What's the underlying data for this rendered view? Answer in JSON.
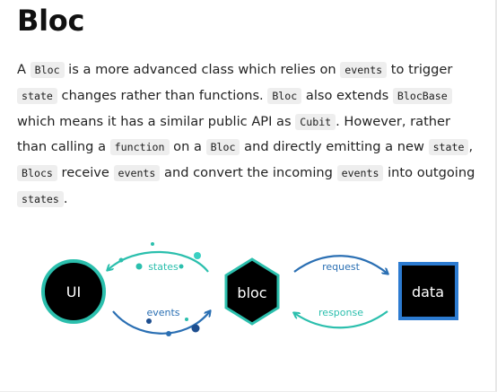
{
  "heading": "Bloc",
  "paragraph": [
    {
      "t": "text",
      "v": "A "
    },
    {
      "t": "code",
      "v": "Bloc"
    },
    {
      "t": "text",
      "v": " is a more advanced class which relies on "
    },
    {
      "t": "code",
      "v": "events"
    },
    {
      "t": "text",
      "v": " to trigger "
    },
    {
      "t": "code",
      "v": "state"
    },
    {
      "t": "text",
      "v": " changes rather than functions. "
    },
    {
      "t": "code",
      "v": "Bloc"
    },
    {
      "t": "text",
      "v": " also extends "
    },
    {
      "t": "code",
      "v": "BlocBase"
    },
    {
      "t": "text",
      "v": " which means it has a similar public API as "
    },
    {
      "t": "code",
      "v": "Cubit"
    },
    {
      "t": "text",
      "v": ". However, rather than calling a "
    },
    {
      "t": "code",
      "v": "function"
    },
    {
      "t": "text",
      "v": " on a "
    },
    {
      "t": "code",
      "v": "Bloc"
    },
    {
      "t": "text",
      "v": " and directly emitting a new "
    },
    {
      "t": "code",
      "v": "state"
    },
    {
      "t": "text",
      "v": ", "
    },
    {
      "t": "code",
      "v": "Blocs"
    },
    {
      "t": "text",
      "v": " receive "
    },
    {
      "t": "code",
      "v": "events"
    },
    {
      "t": "text",
      "v": " and convert the incoming "
    },
    {
      "t": "code",
      "v": "events"
    },
    {
      "t": "text",
      "v": " into outgoing "
    },
    {
      "t": "code",
      "v": "states"
    },
    {
      "t": "text",
      "v": "."
    }
  ],
  "diagram": {
    "ui_label": "UI",
    "bloc_label": "bloc",
    "data_label": "data",
    "states_label": "states",
    "events_label": "events",
    "request_label": "request",
    "response_label": "response",
    "colors": {
      "teal": "#2bbfad",
      "blue": "#2a6fb3",
      "dark_blue": "#1d4e8f",
      "node_fill": "#000000",
      "data_border": "#2c7bd1"
    }
  }
}
